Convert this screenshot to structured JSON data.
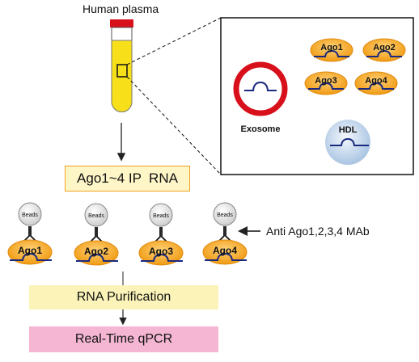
{
  "plasma_title": "Human plasma",
  "zoom_panel": {
    "exosome_label": "Exosome",
    "ago_complexes": [
      "Ago1",
      "Ago2",
      "Ago3",
      "Ago4"
    ],
    "hdl_label": "HDL"
  },
  "ip_box_label": "Ago1~4 IP  RNA",
  "bead_complexes": [
    {
      "bead_label": "Beads",
      "ago_label": "Ago1"
    },
    {
      "bead_label": "Beads",
      "ago_label": "Ago2"
    },
    {
      "bead_label": "Beads",
      "ago_label": "Ago3"
    },
    {
      "bead_label": "Beads",
      "ago_label": "Ago4"
    }
  ],
  "antibody_label": "Anti Ago1,2,3,4 MAb",
  "purification_label": "RNA Purification",
  "qpcr_label": "Real-Time qPCR",
  "colors": {
    "ago_fill": "#f5a623",
    "rna_line": "#1a2a80",
    "exosome_ring": "#d8101c",
    "plasma_yellow": "#f7e019",
    "tube_cap": "#d8101c",
    "hdl_fill": "#c9dcf0",
    "ip_box_fill": "#fff6c8",
    "purification_fill": "#fbf3b8",
    "qpcr_fill": "#f4b6d2"
  }
}
